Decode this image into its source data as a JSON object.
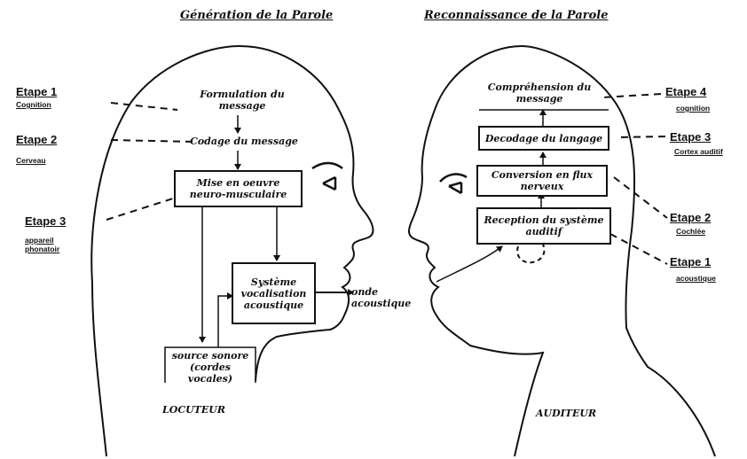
{
  "titles": {
    "left": "Génération de la Parole",
    "right": "Reconnaissance de la Parole"
  },
  "locuteur": {
    "stage1": {
      "label": "Etape 1",
      "sub": "Cognition"
    },
    "stage2": {
      "label": "Etape 2",
      "sub": "Cerveau"
    },
    "stage3": {
      "label": "Etape 3",
      "sub": "appareil phonatoir"
    },
    "formulation": "Formulation du message",
    "codage": "Codage du message",
    "mise_en_oeuvre": "Mise en oeuvre neuro-musculaire",
    "systeme": "Système vocalisation acoustique",
    "source": "source sonore (cordes vocales)",
    "role": "LOCUTEUR"
  },
  "onde": "onde acoustique",
  "auditeur": {
    "stage4": {
      "label": "Etape 4",
      "sub": "cognition"
    },
    "stage3": {
      "label": "Etape 3",
      "sub": "Cortex auditif"
    },
    "stage2": {
      "label": "Etape 2",
      "sub": "Cochlée"
    },
    "stage1": {
      "label": "Etape 1",
      "sub": "acoustique"
    },
    "comprehension": "Compréhension du message",
    "decodage": "Decodage du langage",
    "conversion": "Conversion en flux nerveux",
    "reception": "Reception du système auditif",
    "role": "AUDITEUR"
  }
}
